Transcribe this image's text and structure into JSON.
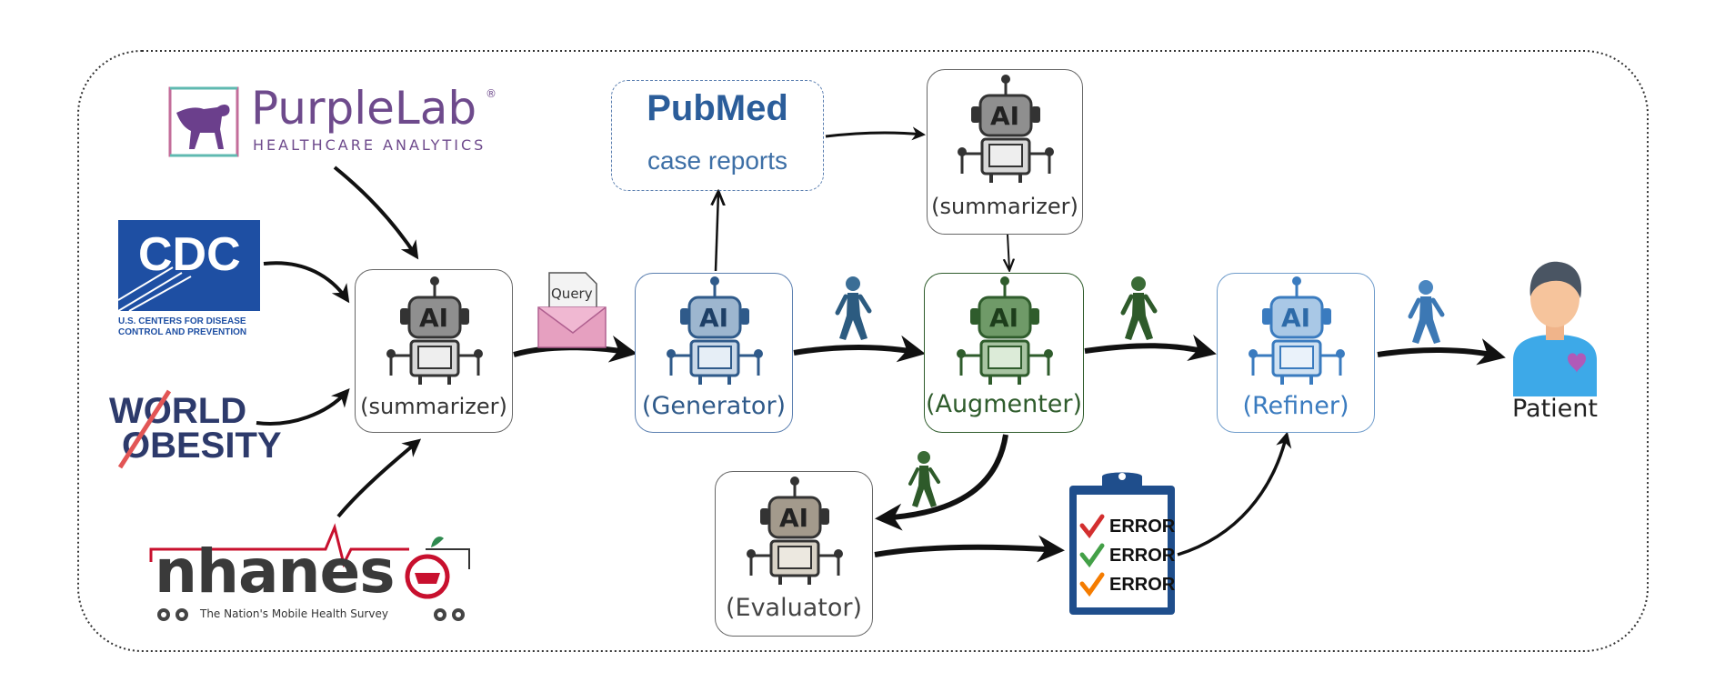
{
  "logos": {
    "purplelab": {
      "name": "PurpleLab",
      "registered": "®",
      "tagline": "HEALTHCARE ANALYTICS"
    },
    "cdc": {
      "name": "CDC",
      "line1": "U.S. CENTERS FOR DISEASE",
      "line2": "CONTROL AND PREVENTION"
    },
    "world_obesity": {
      "line1": "WORLD",
      "line2": "OBESITY"
    },
    "nhanes": {
      "name": "nhanes",
      "tagline": "The Nation's Mobile Health Survey"
    },
    "pubmed": {
      "name": "PubMed",
      "subtitle": "case reports"
    }
  },
  "envelope": {
    "label": "Query"
  },
  "nodes": {
    "summarizer_main": {
      "label": "(summarizer)",
      "ai": "AI"
    },
    "summarizer_top": {
      "label": "(summarizer)",
      "ai": "AI"
    },
    "generator": {
      "label": "(Generator)",
      "ai": "AI"
    },
    "augmenter": {
      "label": "(Augmenter)",
      "ai": "AI"
    },
    "refiner": {
      "label": "(Refiner)",
      "ai": "AI"
    },
    "evaluator": {
      "label": "(Evaluator)",
      "ai": "AI"
    }
  },
  "clipboard": {
    "items": [
      "ERROR",
      "ERROR",
      "ERROR"
    ],
    "check_colors": [
      "#d32f2f",
      "#43a047",
      "#f57c00"
    ]
  },
  "patient": {
    "label": "Patient"
  },
  "colors": {
    "purple": "#6e4a8c",
    "cdc_blue": "#1e4fa3",
    "pubmed_blue": "#2b5d9a",
    "generator_blue": "#2f5a8a",
    "augmenter_green": "#2f5c2c",
    "refiner_blue": "#3a7bbf",
    "gray_text": "#333333"
  }
}
